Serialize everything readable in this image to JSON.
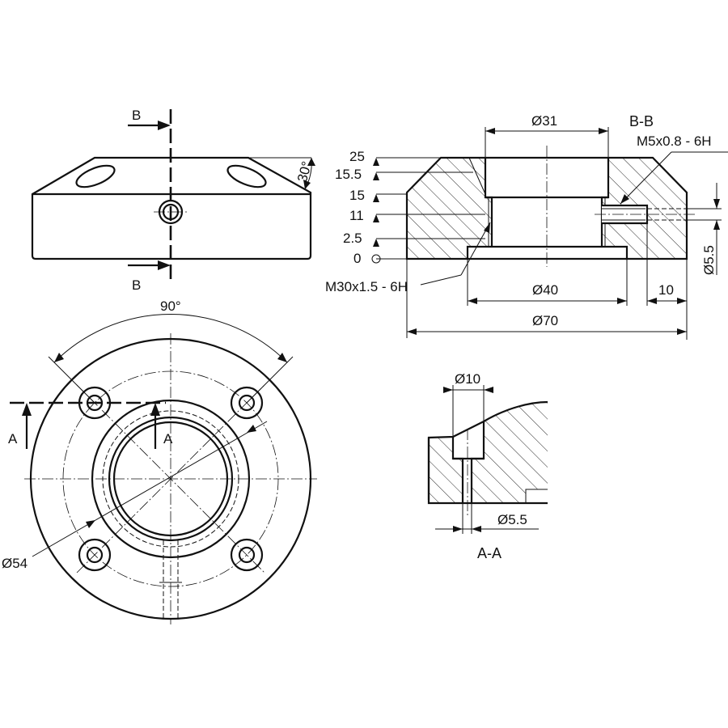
{
  "section_labels": {
    "bb_top": "B",
    "bb_bottom": "B",
    "bb_title": "B-B",
    "aa_left": "A",
    "aa_right": "A",
    "aa_title": "A-A"
  },
  "side_view": {
    "chamfer_angle": "30°"
  },
  "section_bb": {
    "heights": [
      "25",
      "15.5",
      "15",
      "11",
      "2.5",
      "0"
    ],
    "thread_main": "M30x1.5 - 6H",
    "thread_side": "M5x0.8 - 6H",
    "dia_bore_top": "Ø31",
    "dia_spigot": "Ø40",
    "dia_outer": "Ø70",
    "side_hole_depth": "10",
    "side_hole_dia": "Ø5.5"
  },
  "plan_view": {
    "angle": "90°",
    "pitch_circle": "Ø54"
  },
  "section_aa": {
    "counterbore_dia": "Ø10",
    "hole_dia": "Ø5.5"
  }
}
